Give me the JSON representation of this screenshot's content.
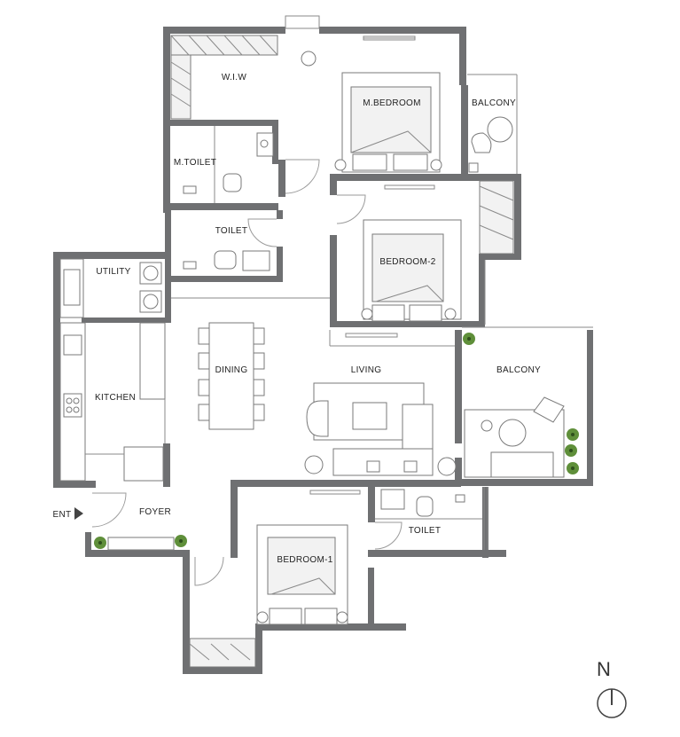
{
  "rooms": {
    "wiw": "W.I.W",
    "m_bedroom": "M.BEDROOM",
    "balcony_top": "BALCONY",
    "m_toilet": "M.TOILET",
    "toilet_top": "TOILET",
    "bedroom_2": "BEDROOM-2",
    "utility": "UTILITY",
    "kitchen": "KITCHEN",
    "dining": "DINING",
    "living": "LIVING",
    "balcony_right": "BALCONY",
    "foyer": "FOYER",
    "toilet_bottom": "TOILET",
    "bedroom_1": "BEDROOM-1"
  },
  "entrance": {
    "label": "ENT",
    "icon": "entrance-arrow-icon"
  },
  "compass": {
    "letter": "N",
    "icon": "north-arrow-icon"
  },
  "colors": {
    "wall": "#6f7072",
    "planting": "#5f8f3a",
    "background": "#ffffff"
  }
}
